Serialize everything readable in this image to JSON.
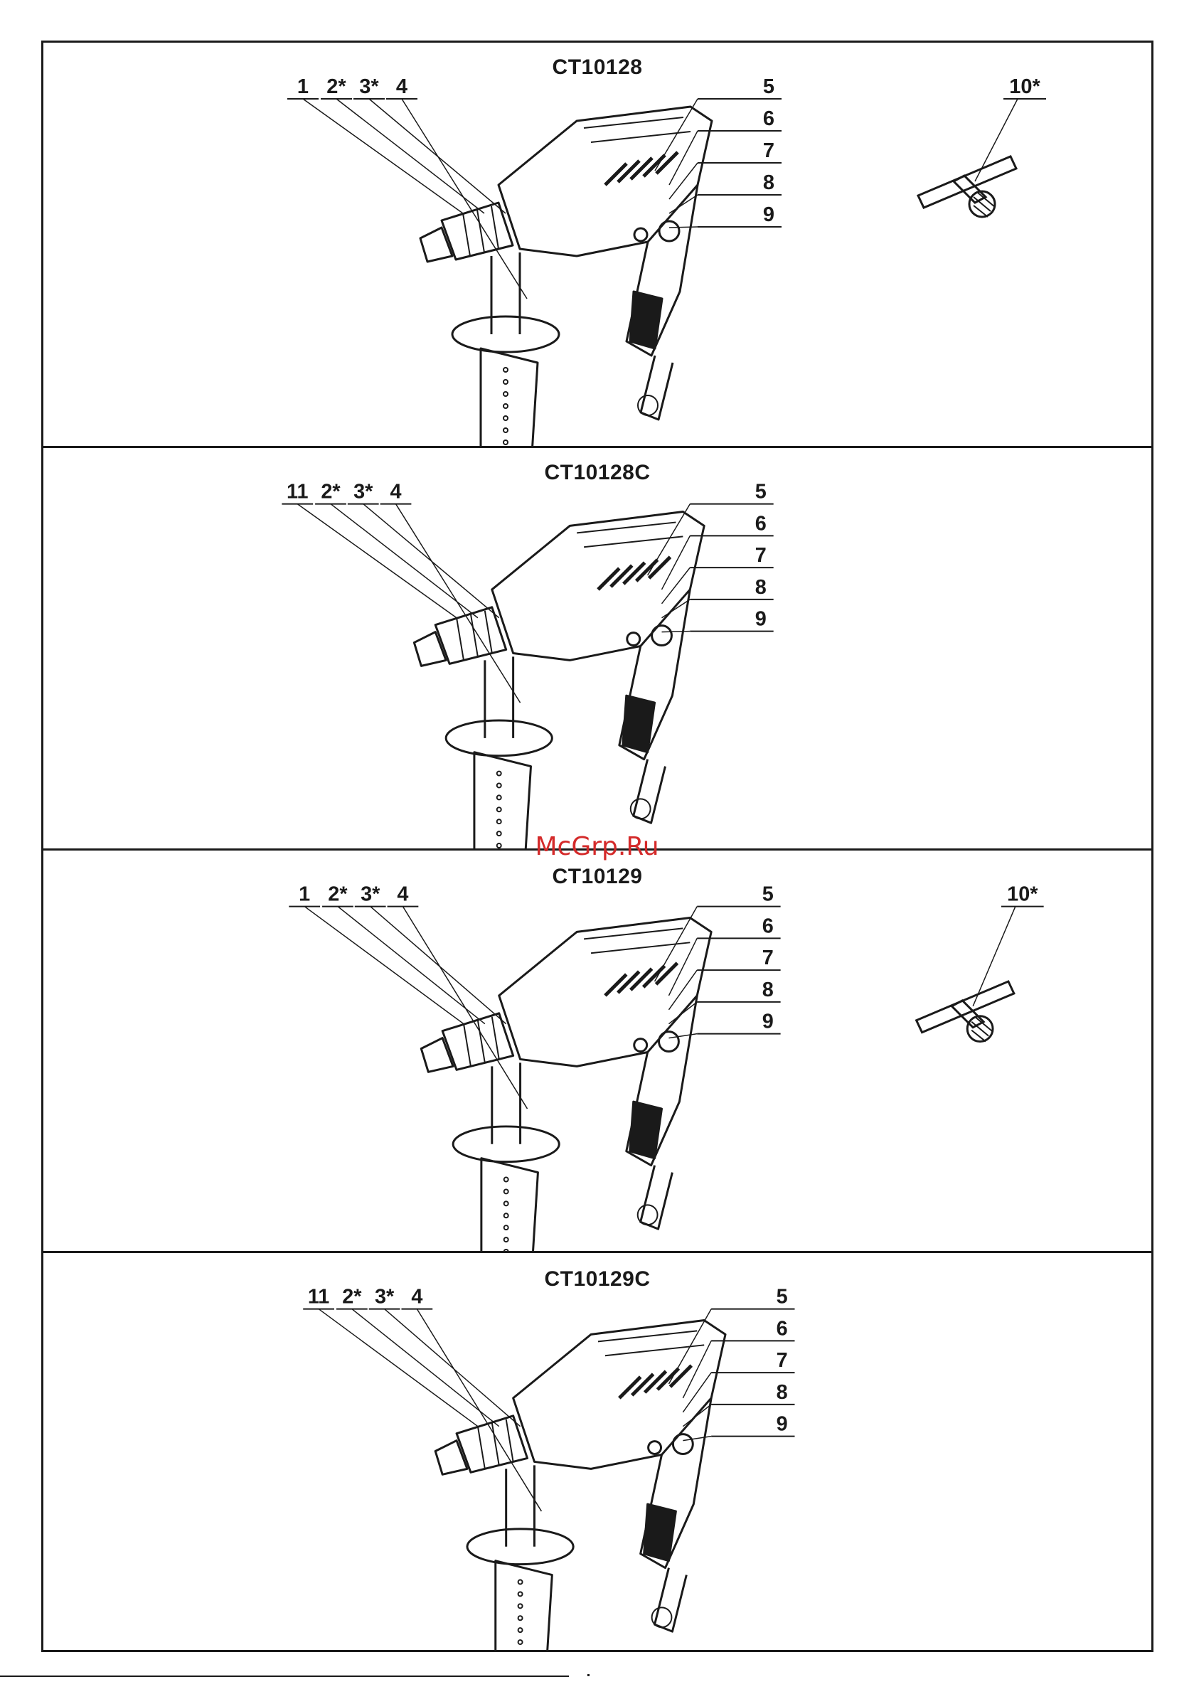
{
  "watermark": "McGrp.Ru",
  "colors": {
    "ink": "#1a1a1a",
    "watermark": "#d42a2a"
  },
  "panels": [
    {
      "model": "CT10128",
      "labels": [
        "1",
        "2*",
        "3*",
        "4",
        "5",
        "6",
        "7",
        "8",
        "9"
      ],
      "key_label": "10*"
    },
    {
      "model": "CT10128C",
      "labels": [
        "11",
        "2*",
        "3*",
        "4",
        "5",
        "6",
        "7",
        "8",
        "9"
      ],
      "key_label": ""
    },
    {
      "model": "CT10129",
      "labels": [
        "1",
        "2*",
        "3*",
        "4",
        "5",
        "6",
        "7",
        "8",
        "9"
      ],
      "key_label": "10*"
    },
    {
      "model": "CT10129C",
      "labels": [
        "11",
        "2*",
        "3*",
        "4",
        "5",
        "6",
        "7",
        "8",
        "9"
      ],
      "key_label": ""
    }
  ],
  "icons": {
    "drill": "impact-drill-illustration",
    "key": "chuck-key-illustration"
  }
}
